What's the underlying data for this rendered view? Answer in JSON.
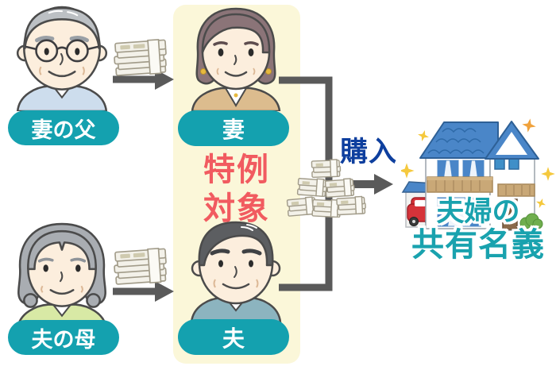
{
  "colors": {
    "teal": "#14a1af",
    "panel-bg": "#fbf7d9",
    "special-red": "#f15b60",
    "purchase-blue": "#0e3f9e",
    "connector-gray": "#5a5a5a",
    "caption-teal": "#19a2ae"
  },
  "people": {
    "wife_father": {
      "label": "妻の父"
    },
    "wife": {
      "label": "妻"
    },
    "husband_mother": {
      "label": "夫の母"
    },
    "husband": {
      "label": "夫"
    }
  },
  "panel": {
    "special_label_line1": "特例",
    "special_label_line2": "対象"
  },
  "purchase": {
    "label": "購入"
  },
  "house": {
    "caption_line1": "夫婦の",
    "caption_line2": "共有名義"
  },
  "icons": {
    "money_stack": "money-stack-icon",
    "money_pile": "money-pile-icon",
    "house": "house-icon",
    "sparkle": "sparkle-icon",
    "arrow": "arrow-right-icon"
  }
}
